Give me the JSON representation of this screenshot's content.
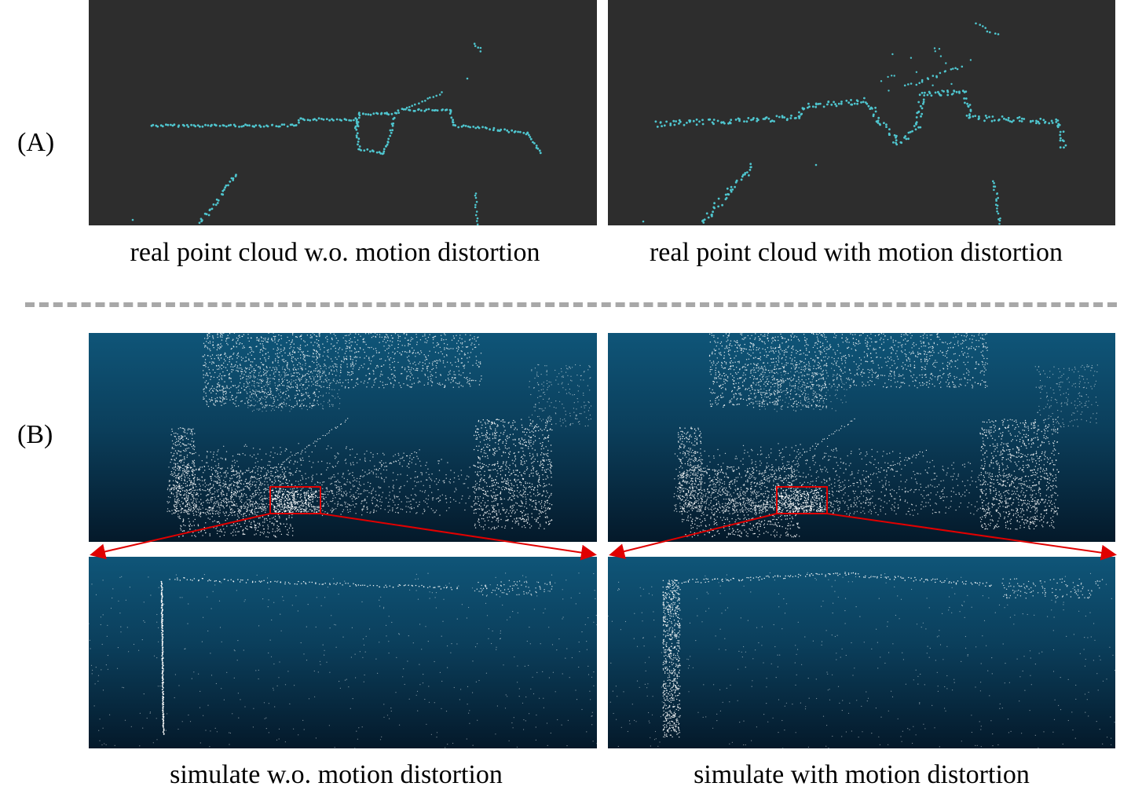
{
  "figure": {
    "row_a_label": "(A)",
    "row_b_label": "(B)",
    "captions": {
      "a_left": "real point cloud w.o. motion distortion",
      "a_right": "real point cloud with motion distortion",
      "b_left": "simulate w.o. motion distortion",
      "b_right": "simulate with motion distortion"
    },
    "colors": {
      "dark_panel_bg": "#2d2d2d",
      "point_cyan": "#4fc6cf",
      "sim_bg_top": "#0f5578",
      "sim_bg_bottom": "#04192a",
      "point_white": "#ffffff",
      "zoom_highlight": "#e00000",
      "divider": "#a8a8a8"
    }
  }
}
